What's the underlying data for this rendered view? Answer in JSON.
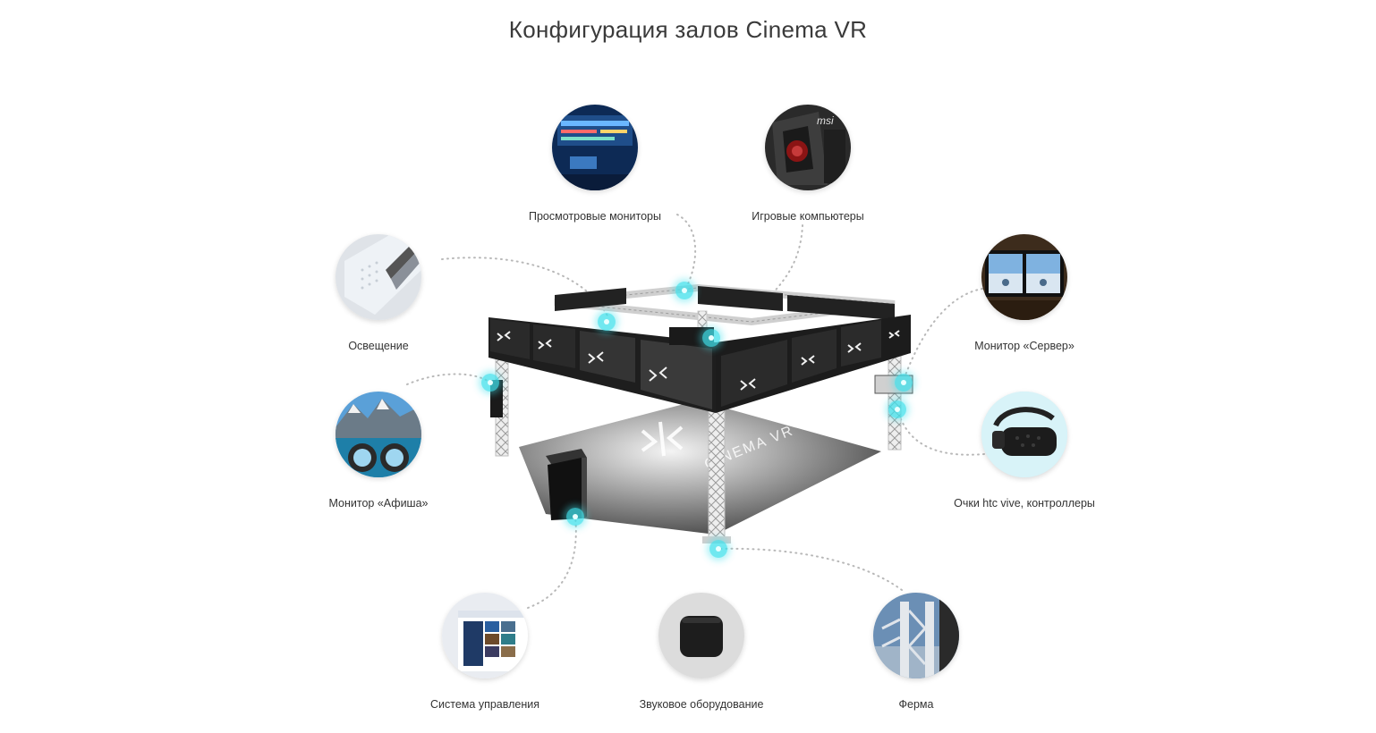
{
  "page": {
    "title": "Конфигурация залов Cinema VR"
  },
  "features": [
    {
      "id": "monitors",
      "label": "Просмотровые мониторы",
      "icon": "monitors-icon"
    },
    {
      "id": "gaming-pc",
      "label": "Игровые компьютеры",
      "icon": "gaming-pc-icon"
    },
    {
      "id": "lighting",
      "label": "Освещение",
      "icon": "lighting-icon"
    },
    {
      "id": "server",
      "label": "Монитор «Сервер»",
      "icon": "server-monitor-icon"
    },
    {
      "id": "afisha",
      "label": "Монитор «Афиша»",
      "icon": "afisha-monitor-icon"
    },
    {
      "id": "htc",
      "label": "Очки htc vive, контроллеры",
      "icon": "vr-headset-icon"
    },
    {
      "id": "control",
      "label": "Система управления",
      "icon": "control-system-icon"
    },
    {
      "id": "sound",
      "label": "Звуковое оборудование",
      "icon": "speaker-icon"
    },
    {
      "id": "truss",
      "label": "Ферма",
      "icon": "truss-icon"
    }
  ],
  "booth": {
    "brand_text": "CINEMA VR"
  },
  "colors": {
    "accent": "#40e0eb",
    "title": "#3a3a3a",
    "truss": "#e6e6e6",
    "panel": "#1e1e1e"
  }
}
